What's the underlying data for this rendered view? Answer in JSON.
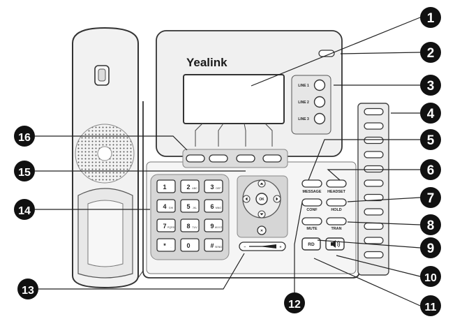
{
  "brand": "Yealink",
  "line_keys": [
    "LINE 1",
    "LINE 2",
    "LINE 3"
  ],
  "function_keys": {
    "message": "MESSAGE",
    "headset": "HEADSET",
    "conf": "CONF",
    "hold": "HOLD",
    "mute": "MUTE",
    "tran": "TRAN",
    "redial": "RD"
  },
  "navigation": {
    "ok": "OK",
    "cancel": "✕"
  },
  "volume": {
    "minus": "−",
    "plus": "+"
  },
  "keypad": [
    {
      "main": "1",
      "sub": ""
    },
    {
      "main": "2",
      "sub": "ABC"
    },
    {
      "main": "3",
      "sub": "DEF"
    },
    {
      "main": "4",
      "sub": "GHI"
    },
    {
      "main": "5",
      "sub": "JKL"
    },
    {
      "main": "6",
      "sub": "MNO"
    },
    {
      "main": "7",
      "sub": "PQRS"
    },
    {
      "main": "8",
      "sub": "TUV"
    },
    {
      "main": "9",
      "sub": "WXYZ"
    },
    {
      "main": "*",
      "sub": "."
    },
    {
      "main": "0",
      "sub": ""
    },
    {
      "main": "#",
      "sub": "SEND"
    }
  ],
  "callouts": [
    "1",
    "2",
    "3",
    "4",
    "5",
    "6",
    "7",
    "8",
    "9",
    "10",
    "11",
    "12",
    "13",
    "14",
    "15",
    "16"
  ]
}
